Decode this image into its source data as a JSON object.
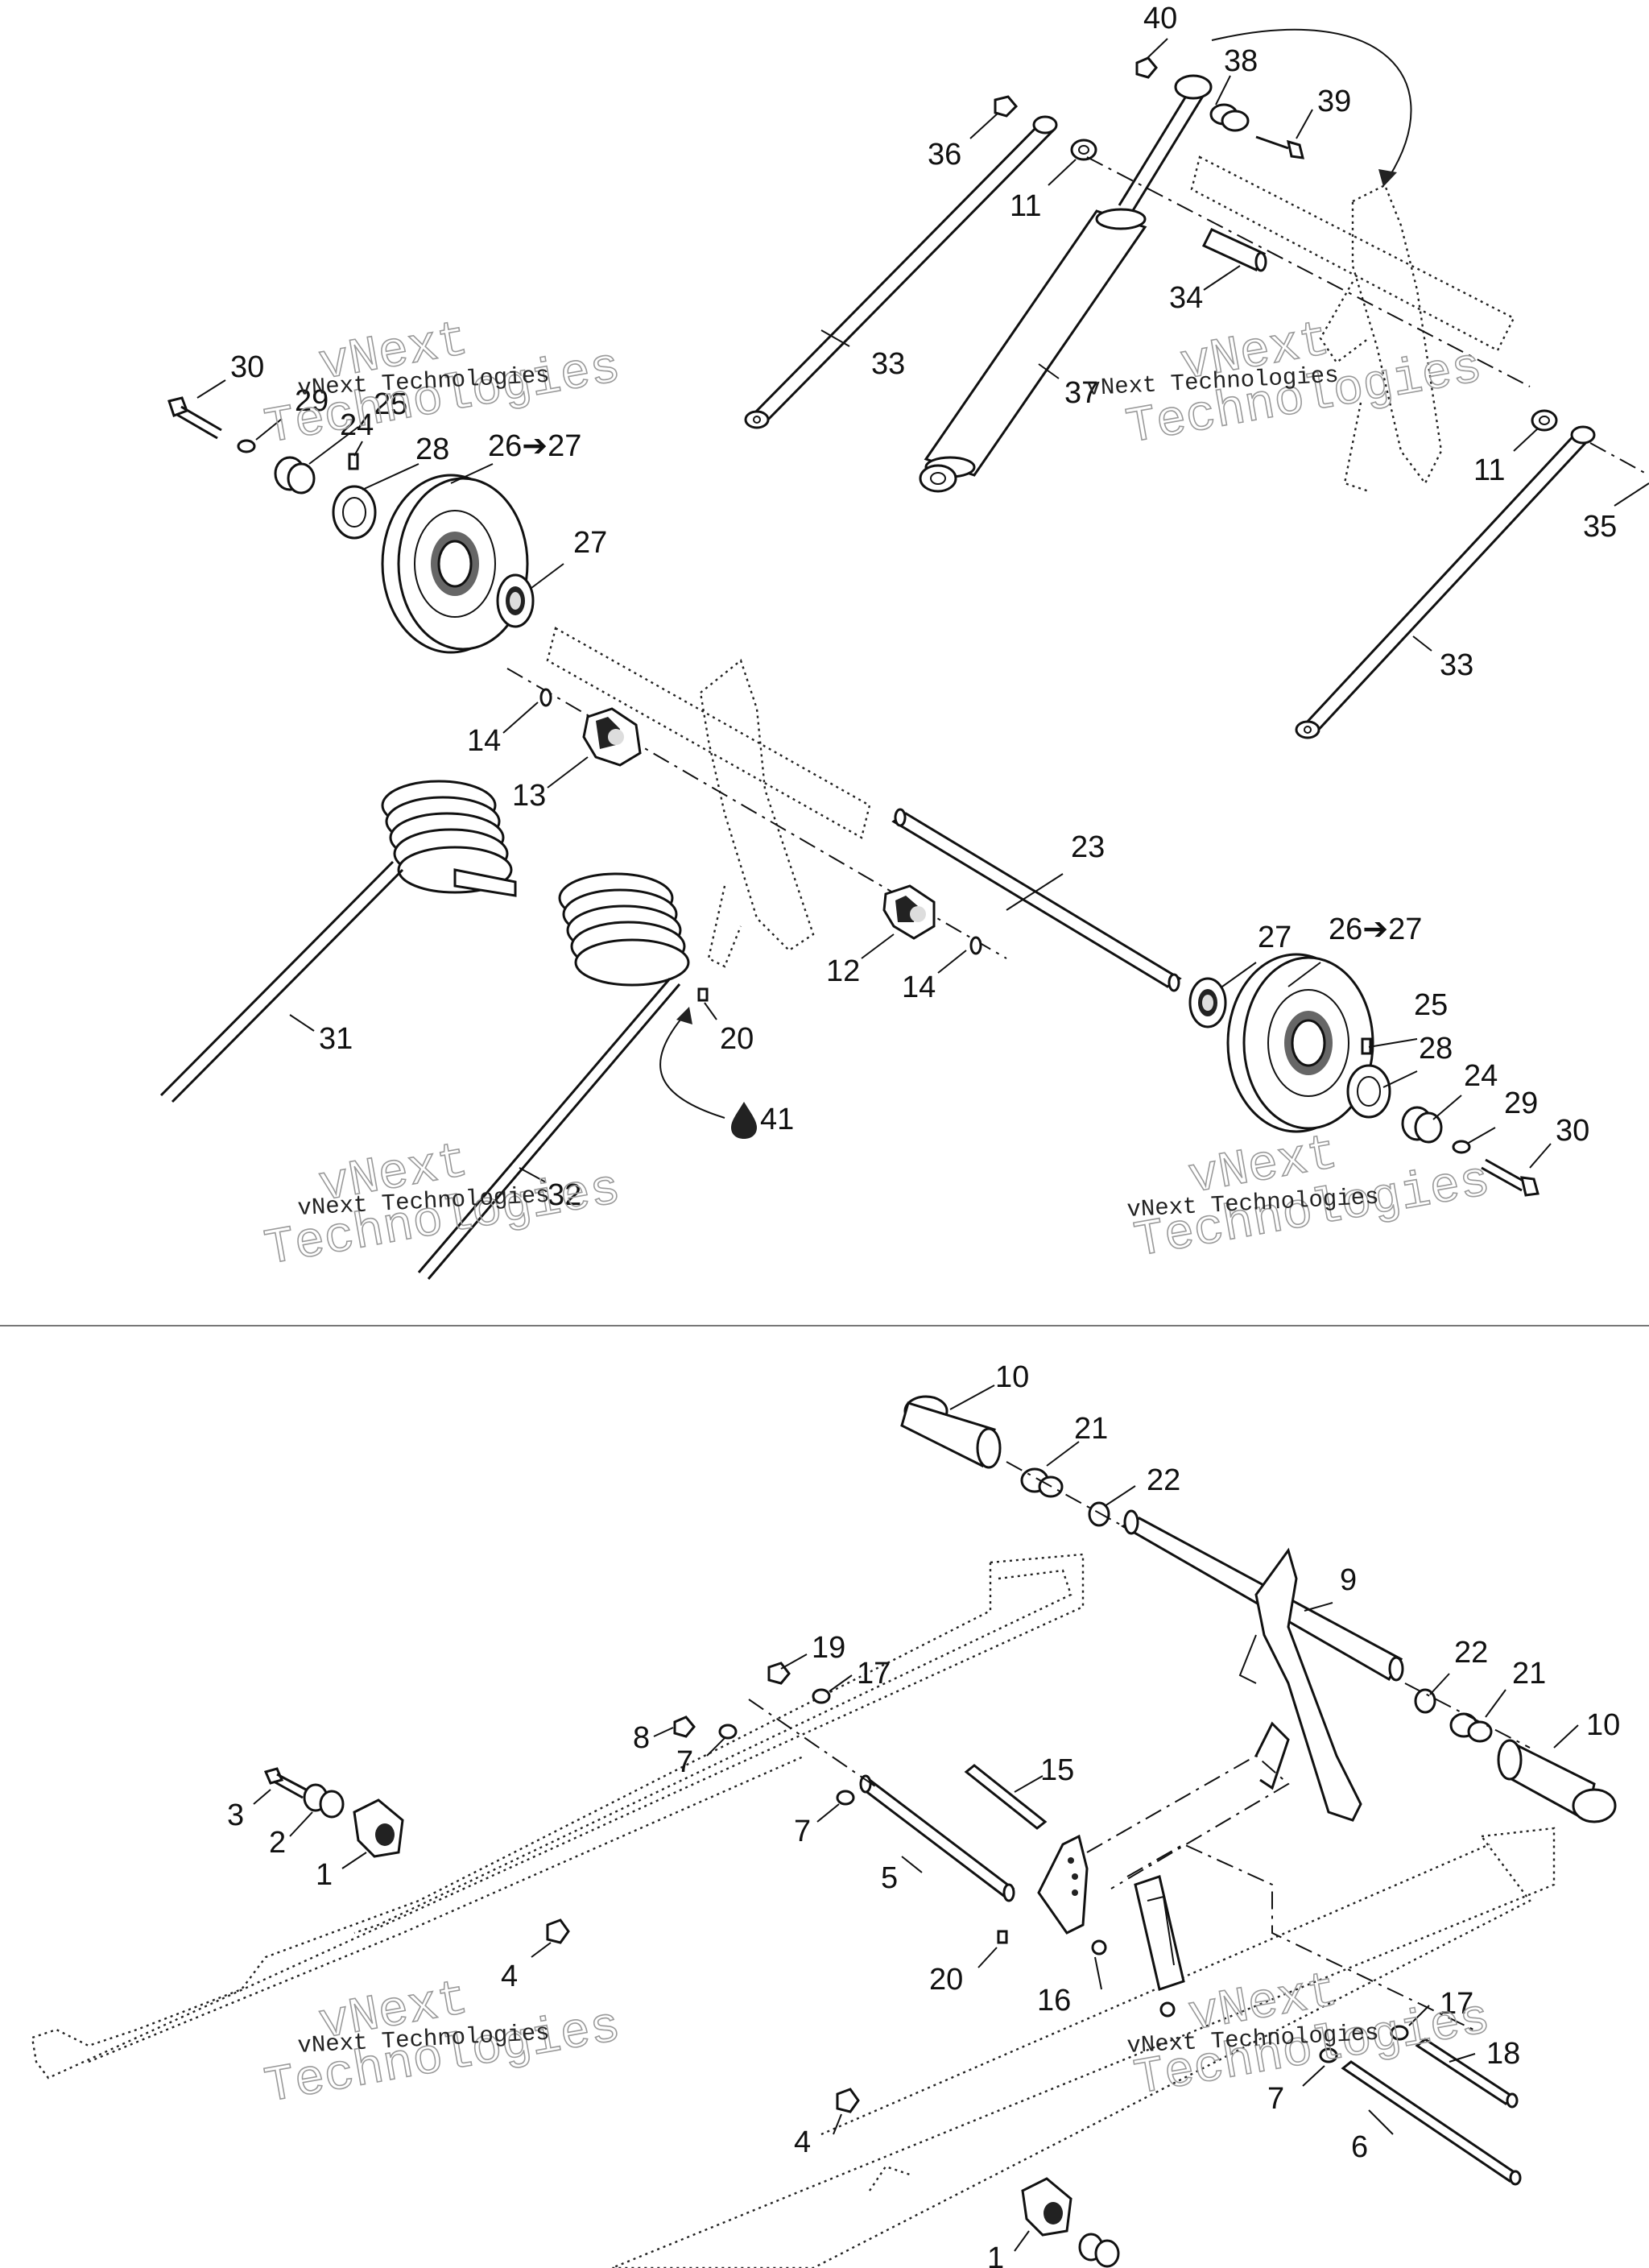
{
  "watermark": {
    "big_line1": "vNext",
    "big_line2": "Technologies",
    "small": "vNext Technologies"
  },
  "labels": {
    "l40": "40",
    "l38": "38",
    "l39": "39",
    "l36": "36",
    "l11a": "11",
    "l34": "34",
    "l33a": "33",
    "l37": "37",
    "l11b": "11",
    "l35": "35",
    "l33b": "33",
    "l30a": "30",
    "l29a": "29",
    "l25a": "25",
    "l24a": "24",
    "l28a": "28",
    "l26a": "26➔27",
    "l27a": "27",
    "l14a": "14",
    "l13": "13",
    "l23": "23",
    "l27b": "27",
    "l26b": "26➔27",
    "l12": "12",
    "l14b": "14",
    "l25b": "25",
    "l28b": "28",
    "l24b": "24",
    "l29b": "29",
    "l30b": "30",
    "l31": "31",
    "l20a": "20",
    "l41": "41",
    "l32": "32",
    "l10a": "10",
    "l21a": "21",
    "l22a": "22",
    "l9": "9",
    "l22b": "22",
    "l21b": "21",
    "l10b": "10",
    "l19": "19",
    "l17a": "17",
    "l8": "8",
    "l7a": "7",
    "l15": "15",
    "l7b": "7",
    "l3": "3",
    "l2": "2",
    "l1a": "1",
    "l5": "5",
    "l4a": "4",
    "l20b": "20",
    "l16": "16",
    "l17b": "17",
    "l18": "18",
    "l7c": "7",
    "l6": "6",
    "l4b": "4",
    "l1b": "1"
  },
  "icons": {
    "lubricant": "oil-drop-icon"
  }
}
